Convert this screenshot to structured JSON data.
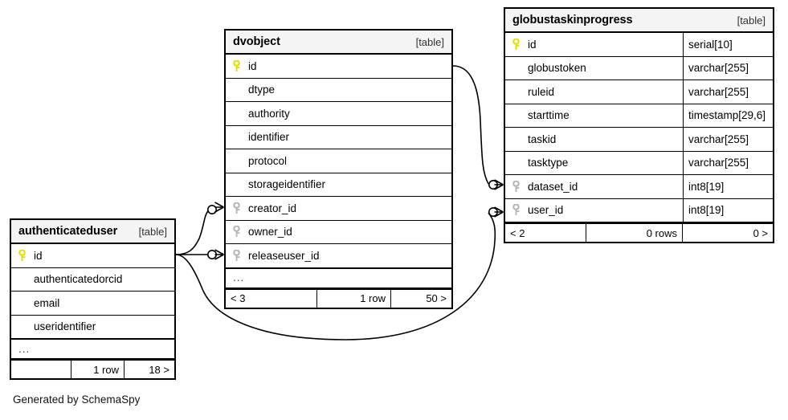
{
  "diagram": {
    "credit": "Generated by SchemaSpy",
    "table_tag": "[table]",
    "ellipsis": "...",
    "key_icon_primary": "primary-key-icon",
    "key_icon_foreign": "foreign-key-icon",
    "colors": {
      "primary_key": "#e8e800",
      "foreign_key": "#b5b5b5",
      "header_bg": "#f4f4f4",
      "border": "#000000",
      "background": "#ffffff"
    }
  },
  "tables": [
    {
      "id": "globustaskinprogress",
      "name": "globustaskinprogress",
      "tag": "[table]",
      "columns": [
        {
          "name": "id",
          "type": "serial[10]",
          "key": "primary"
        },
        {
          "name": "globustoken",
          "type": "varchar[255]",
          "key": "none"
        },
        {
          "name": "ruleid",
          "type": "varchar[255]",
          "key": "none"
        },
        {
          "name": "starttime",
          "type": "timestamp[29,6]",
          "key": "none"
        },
        {
          "name": "taskid",
          "type": "varchar[255]",
          "key": "none"
        },
        {
          "name": "tasktype",
          "type": "varchar[255]",
          "key": "none"
        },
        {
          "name": "dataset_id",
          "type": "int8[19]",
          "key": "foreign"
        },
        {
          "name": "user_id",
          "type": "int8[19]",
          "key": "foreign"
        }
      ],
      "has_ellipsis_row": false,
      "footer": {
        "left": "< 2",
        "middle": "0 rows",
        "right": "0 >"
      }
    },
    {
      "id": "dvobject",
      "name": "dvobject",
      "tag": "[table]",
      "columns": [
        {
          "name": "id",
          "type": "",
          "key": "primary"
        },
        {
          "name": "dtype",
          "type": "",
          "key": "none"
        },
        {
          "name": "authority",
          "type": "",
          "key": "none"
        },
        {
          "name": "identifier",
          "type": "",
          "key": "none"
        },
        {
          "name": "protocol",
          "type": "",
          "key": "none"
        },
        {
          "name": "storageidentifier",
          "type": "",
          "key": "none"
        },
        {
          "name": "creator_id",
          "type": "",
          "key": "foreign"
        },
        {
          "name": "owner_id",
          "type": "",
          "key": "foreign"
        },
        {
          "name": "releaseuser_id",
          "type": "",
          "key": "foreign"
        }
      ],
      "has_ellipsis_row": true,
      "footer": {
        "left": "< 3",
        "middle": "1 row",
        "right": "50 >"
      }
    },
    {
      "id": "authenticateduser",
      "name": "authenticateduser",
      "tag": "[table]",
      "columns": [
        {
          "name": "id",
          "type": "",
          "key": "primary"
        },
        {
          "name": "authenticatedorcid",
          "type": "",
          "key": "none"
        },
        {
          "name": "email",
          "type": "",
          "key": "none"
        },
        {
          "name": "useridentifier",
          "type": "",
          "key": "none"
        }
      ],
      "has_ellipsis_row": true,
      "footer": {
        "left": "",
        "middle": "1 row",
        "right": "18 >"
      }
    }
  ],
  "relationships": [
    {
      "from_table": "authenticateduser",
      "from_column": "id",
      "to_table": "dvobject",
      "to_column": "creator_id"
    },
    {
      "from_table": "authenticateduser",
      "from_column": "id",
      "to_table": "dvobject",
      "to_column": "releaseuser_id"
    },
    {
      "from_table": "authenticateduser",
      "from_column": "id",
      "to_table": "globustaskinprogress",
      "to_column": "user_id"
    },
    {
      "from_table": "dvobject",
      "from_column": "id",
      "to_table": "globustaskinprogress",
      "to_column": "dataset_id"
    }
  ]
}
